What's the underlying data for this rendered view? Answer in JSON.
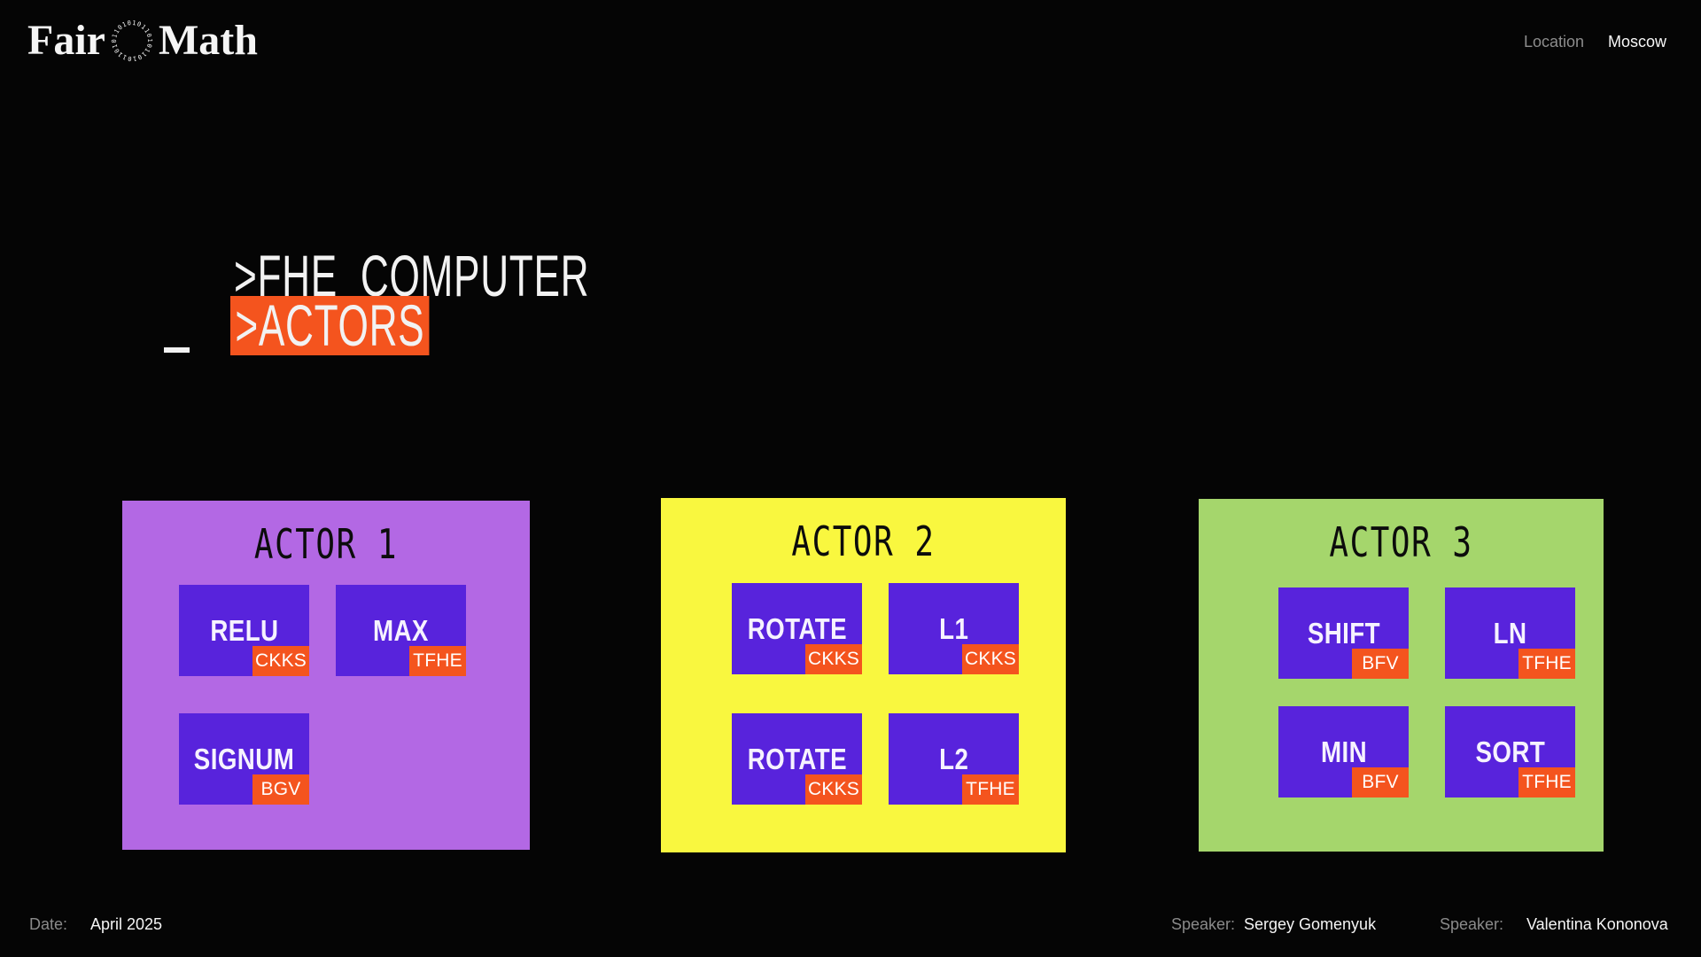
{
  "header": {
    "logo": {
      "word1": "Fair",
      "word2": "Math",
      "ring_text": "1011010110101101011010110"
    },
    "location_label": "Location",
    "location_value": "Moscow"
  },
  "hero": {
    "line1": ">FHE  COMPUTER",
    "line2": ">ACTORS",
    "cursor_glyph": "_"
  },
  "actors": [
    {
      "title": "ACTOR 1",
      "color": "#B368E4",
      "ops": [
        {
          "name": "RELU",
          "scheme": "CKKS"
        },
        {
          "name": "MAX",
          "scheme": "TFHE"
        },
        {
          "name": "SIGNUM",
          "scheme": "BGV"
        }
      ]
    },
    {
      "title": "ACTOR 2",
      "color": "#F9F73F",
      "ops": [
        {
          "name": "ROTATE",
          "scheme": "CKKS"
        },
        {
          "name": "L1",
          "scheme": "CKKS"
        },
        {
          "name": "ROTATE",
          "scheme": "CKKS"
        },
        {
          "name": "L2",
          "scheme": "TFHE"
        }
      ]
    },
    {
      "title": "ACTOR 3",
      "color": "#A5D66C",
      "ops": [
        {
          "name": "SHIFT",
          "scheme": "BFV"
        },
        {
          "name": "LN",
          "scheme": "TFHE"
        },
        {
          "name": "MIN",
          "scheme": "BFV"
        },
        {
          "name": "SORT",
          "scheme": "TFHE"
        }
      ]
    }
  ],
  "footer": {
    "date_label": "Date:",
    "date_value": "April 2025",
    "speakers": [
      {
        "label": "Speaker:",
        "name": "Sergey Gomenyuk"
      },
      {
        "label": "Speaker:",
        "name": "Valentina Kononova"
      }
    ]
  },
  "colors": {
    "background": "#050505",
    "accent_orange": "#F4541E",
    "op_box_violet": "#5823DC",
    "actor1_purple": "#B368E4",
    "actor2_yellow": "#F9F73F",
    "actor3_green": "#A5D66C",
    "muted_label": "#8A8A8A",
    "text_white": "#F5F5F5"
  }
}
